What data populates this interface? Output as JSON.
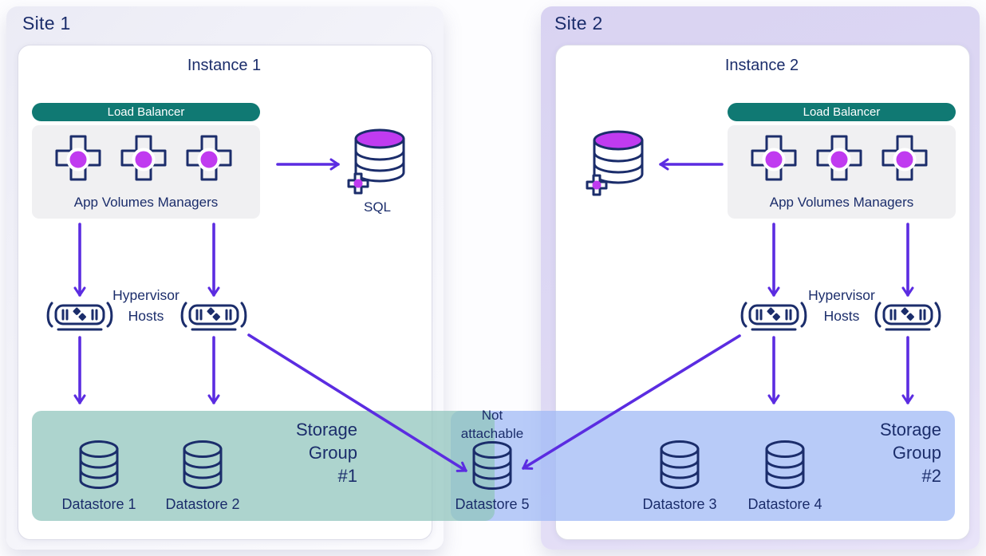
{
  "colors": {
    "navy": "#1b2d6b",
    "arrow_purple": "#5b2ce1",
    "teal_banner": "#107973",
    "magenta": "#c03bf0",
    "site1_panel": "#ebebf5",
    "site2_panel": "#d9d3f2",
    "managers_panel": "#f0f0f2",
    "storage_group1_fill": "#b2d7d2",
    "storage_group2_fill": "#bcd0f8"
  },
  "icons": {
    "app_volumes_manager": "cross-with-magenta-dot",
    "sql_database": "db-cylinder-with-plus-badge",
    "hypervisor_host": "server-with-brackets",
    "datastore": "db-cylinder"
  },
  "site1": {
    "title": "Site 1",
    "instance_title": "Instance 1",
    "load_balancer_label": "Load Balancer",
    "managers_label": "App Volumes Managers",
    "sql_label": "SQL",
    "hypervisor_label": [
      "Hypervisor",
      "Hosts"
    ],
    "storage_group": {
      "label": [
        "Storage",
        "Group",
        "#1"
      ],
      "datastores": [
        "Datastore 1",
        "Datastore 2"
      ]
    }
  },
  "site2": {
    "title": "Site 2",
    "instance_title": "Instance 2",
    "load_balancer_label": "Load Balancer",
    "managers_label": "App Volumes Managers",
    "hypervisor_label": [
      "Hypervisor",
      "Hosts"
    ],
    "storage_group": {
      "label": [
        "Storage",
        "Group",
        "#2"
      ],
      "datastores": [
        "Datastore 3",
        "Datastore 4"
      ]
    }
  },
  "shared_datastore": {
    "note": [
      "Not",
      "attachable"
    ],
    "label": "Datastore 5"
  }
}
